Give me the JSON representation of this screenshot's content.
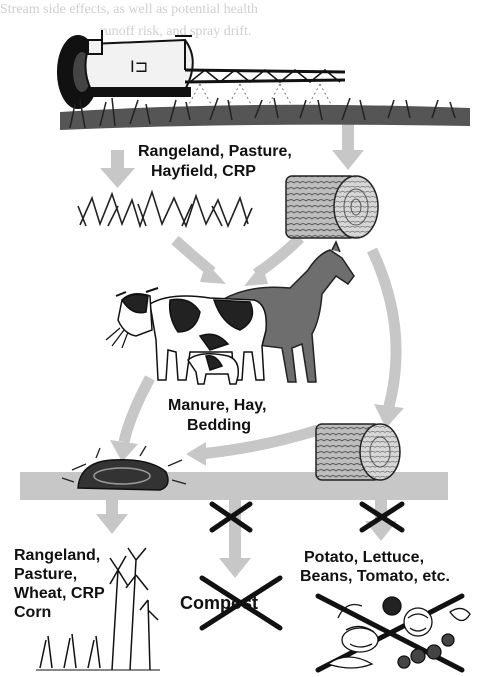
{
  "bleed_text": [
    "Stream side effects, as well as potential health",
    "runoff risk, and spray drift."
  ],
  "labels": {
    "hay_fields": [
      "Rangeland, Pasture,",
      "Hayfield, CRP"
    ],
    "manure": [
      "Manure, Hay,",
      "Bedding"
    ],
    "safe_crops": [
      "Rangeland,",
      "Pasture,",
      "Wheat, CRP",
      "Corn"
    ],
    "compost": "Compost",
    "vegetables": [
      "Potato, Lettuce,",
      "Beans, Tomato, etc."
    ]
  },
  "colors": {
    "arrow": "#c7c7c7",
    "ink": "#111111",
    "tank": "#f2f2f2",
    "hay": "#9a9a9a",
    "horse": "#6e6e6e"
  }
}
